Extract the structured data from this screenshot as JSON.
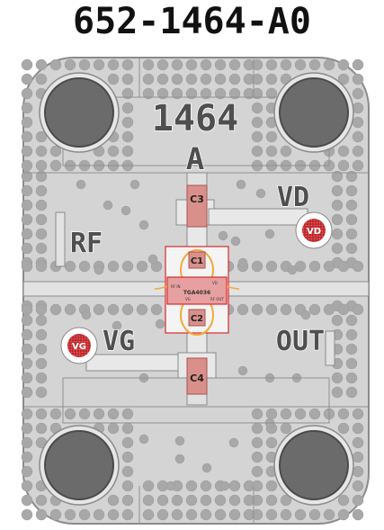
{
  "title": "652-1464-A0",
  "board": {
    "part_number": "1464",
    "revision": "A",
    "chip_label": "TGA4036",
    "labels": {
      "rf": "RF",
      "out": "OUT",
      "vd": "VD",
      "vg": "VG"
    },
    "pads": {
      "vd": "VD",
      "vg": "VG"
    },
    "capacitors": {
      "c1": "C1",
      "c2": "C2",
      "c3": "C3",
      "c4": "C4"
    },
    "chip_pins": {
      "rf": "RF IN",
      "vd": "VD",
      "vg": "VG",
      "out": "RF OUT"
    },
    "colors": {
      "board": "#d4d4d4",
      "via": "#a8a8a8",
      "mount_hole": "#6b6b6b",
      "capacitor": "#d9908a",
      "pad": "#c0282c",
      "bond_ring": "#f2a93b",
      "chip_outline": "#d92a2a"
    }
  }
}
